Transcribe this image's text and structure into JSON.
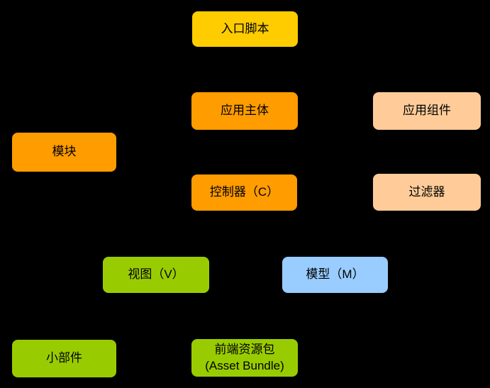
{
  "diagram": {
    "background": "#000000",
    "text_color": "#000000",
    "colors": {
      "yellow": "#FFCC00",
      "orange": "#FF9C00",
      "peach": "#FFCC99",
      "green": "#99CC00",
      "blue": "#99CCFF"
    },
    "nodes": [
      {
        "id": "entry-script",
        "label": "入口脚本",
        "color": "yellow"
      },
      {
        "id": "app-body",
        "label": "应用主体",
        "color": "orange"
      },
      {
        "id": "app-component",
        "label": "应用组件",
        "color": "peach"
      },
      {
        "id": "module",
        "label": "模块",
        "color": "orange"
      },
      {
        "id": "controller",
        "label": "控制器（C）",
        "color": "orange"
      },
      {
        "id": "filter",
        "label": "过滤器",
        "color": "peach"
      },
      {
        "id": "view",
        "label": "视图（V）",
        "color": "green"
      },
      {
        "id": "model",
        "label": "模型（M）",
        "color": "blue"
      },
      {
        "id": "widget",
        "label": "小部件",
        "color": "green"
      },
      {
        "id": "asset-bundle",
        "label": "前端资源包",
        "label2": "(Asset Bundle)",
        "color": "green"
      }
    ]
  }
}
